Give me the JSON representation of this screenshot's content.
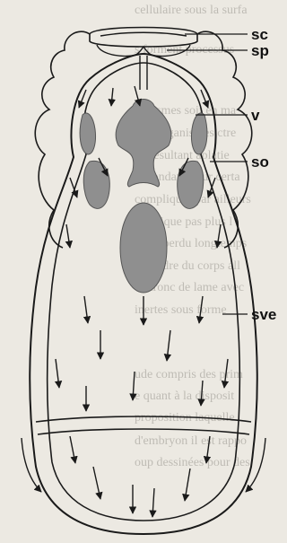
{
  "labels": {
    "sc": "sc",
    "sp": "sp",
    "v": "v",
    "so": "so",
    "sve": "sve"
  },
  "bleed_through_text": [
    "cellulaire sous la surfa",
    "s forment processus",
    "ganismes soit en ma",
    "Des organismes ctre",
    "en résultant aplatie",
    "l'abondance sur certa",
    "compliquer par ailleurs",
    "dermique pas plus l",
    "ment perdu longtemps",
    "s'étendre du corps all",
    "en tronc de lame avec",
    "inertes sous forme",
    "ude compris des prim",
    "e quant à la disposit",
    "proposition laquelle",
    "d'embryon il est rappo",
    "oup dessinées pour des"
  ],
  "colors": {
    "outline": "#1a1a1a",
    "fill": "#8f8f8f",
    "paper": "#ece9e2"
  }
}
